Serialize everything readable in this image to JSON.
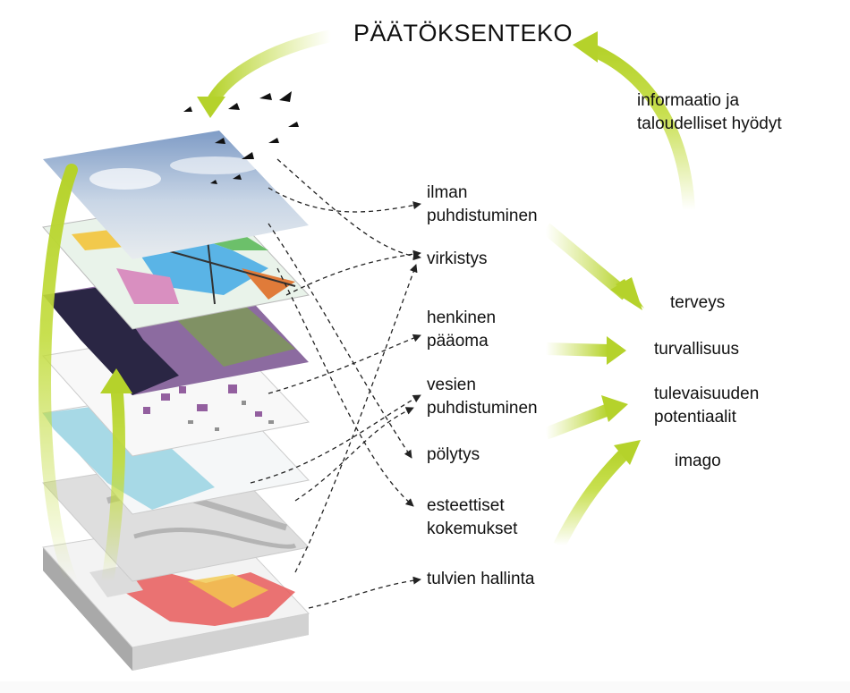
{
  "title": "PÄÄTÖKSENTEKO",
  "feedback_label": "informaatio ja\ntaloudelliset hyödyt",
  "services": [
    "ilman\npuhdistuminen",
    "virkistys",
    "henkinen\npääoma",
    "vesien\npuhdistuminen",
    "pölytys",
    "esteettiset\nkokemukset",
    "tulvien hallinta"
  ],
  "benefits": [
    "terveys",
    "turvallisuus",
    "tulevaisuuden\npotentiaalit",
    "imago"
  ],
  "colors": {
    "arrow_green": "#c2dc3c",
    "sky": "#8fa9c8",
    "water": "#a7d9e6",
    "flood": "#e85a5a",
    "block_side": "#b9b9b9"
  }
}
